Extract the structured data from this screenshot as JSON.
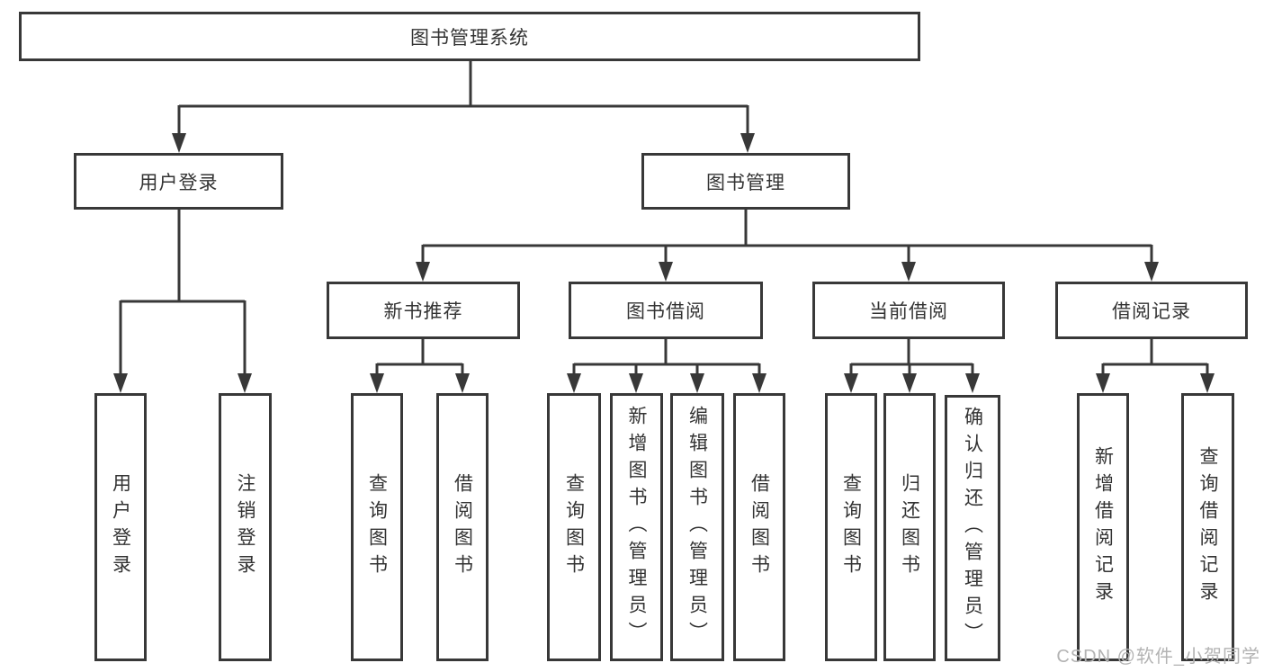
{
  "diagram": {
    "root": {
      "label": "图书管理系统"
    },
    "level2": [
      {
        "label": "用户登录"
      },
      {
        "label": "图书管理"
      }
    ],
    "level3": [
      {
        "label": "新书推荐"
      },
      {
        "label": "图书借阅"
      },
      {
        "label": "当前借阅"
      },
      {
        "label": "借阅记录"
      }
    ],
    "leaves": {
      "user_login": [
        "用户登录",
        "注销登录"
      ],
      "new_book": [
        "查询图书",
        "借阅图书"
      ],
      "book_borrow": [
        "查询图书",
        "新增图书（管理员）",
        "编辑图书（管理员）",
        "借阅图书"
      ],
      "current_borrow": [
        "查询图书",
        "归还图书",
        "确认归还（管理员）"
      ],
      "borrow_record": [
        "新增借阅记录",
        "查询借阅记录"
      ]
    },
    "watermark": "CSDN @软件_小贺同学",
    "colors": {
      "line": "#383838",
      "text": "#333333",
      "watermark_text": "#b3b3b3",
      "background": "#ffffff"
    }
  }
}
